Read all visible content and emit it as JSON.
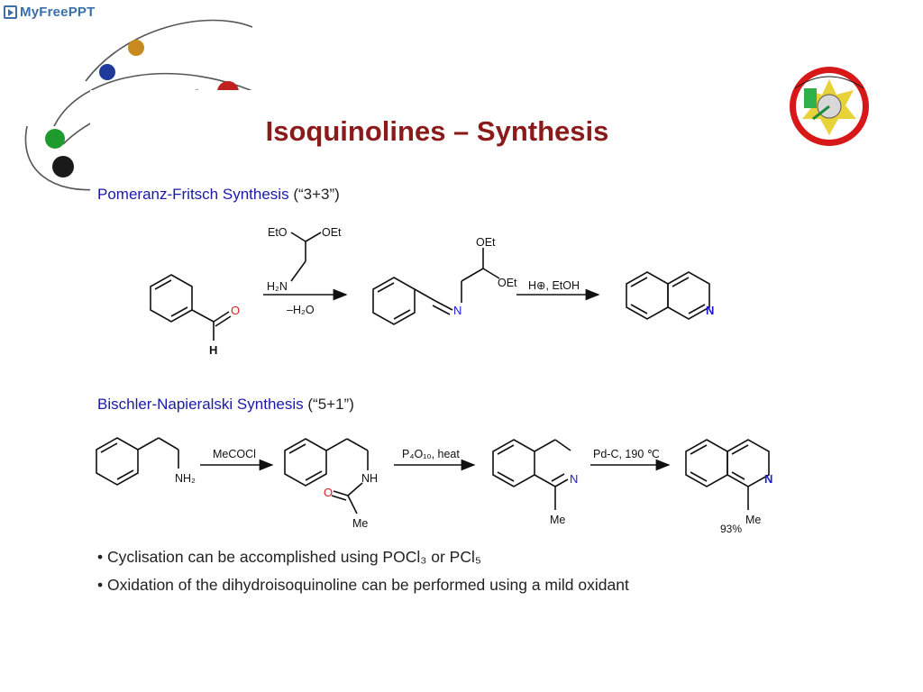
{
  "brand": {
    "name": "MyFreePPT"
  },
  "title": "Isoquinolines – Synthesis",
  "section1": {
    "name": "Pomeranz-Fritsch Synthesis",
    "ratio": "(“3+3”)",
    "aldehyde_O": "O",
    "aldehyde_H": "H",
    "reagent_OEt_left": "EtO",
    "reagent_OEt_right": "OEt",
    "reagent_amine": "H₂N",
    "byproduct": "–H₂O",
    "imine_OEt_top": "OEt",
    "imine_OEt_right": "OEt",
    "imine_N": "N",
    "acid_conditions": "H⊕, EtOH",
    "product_N": "N"
  },
  "section2": {
    "name": "Bischler-Napieralski Synthesis",
    "ratio": "(“5+1”)",
    "amine": "NH₂",
    "reagent1": "MeCOCl",
    "amide_NH": "NH",
    "amide_O": "O",
    "amide_Me": "Me",
    "reagent2": "P₄O₁₀, heat",
    "dihydro_N": "N",
    "dihydro_Me": "Me",
    "reagent3": "Pd-C, 190 ℃",
    "product_N": "N",
    "product_Me": "Me",
    "yield": "93%"
  },
  "bullets": [
    "• Cyclisation can be accomplished using POCl₃ or PCl₅",
    "• Oxidation of the dihydroisoquinoline can be performed using a mild oxidant"
  ],
  "colors": {
    "title": "#8b1a1a",
    "section_heading": "#1a1aa8",
    "heteroatom_O": "#e02020",
    "heteroatom_N": "#1a1ad0"
  }
}
